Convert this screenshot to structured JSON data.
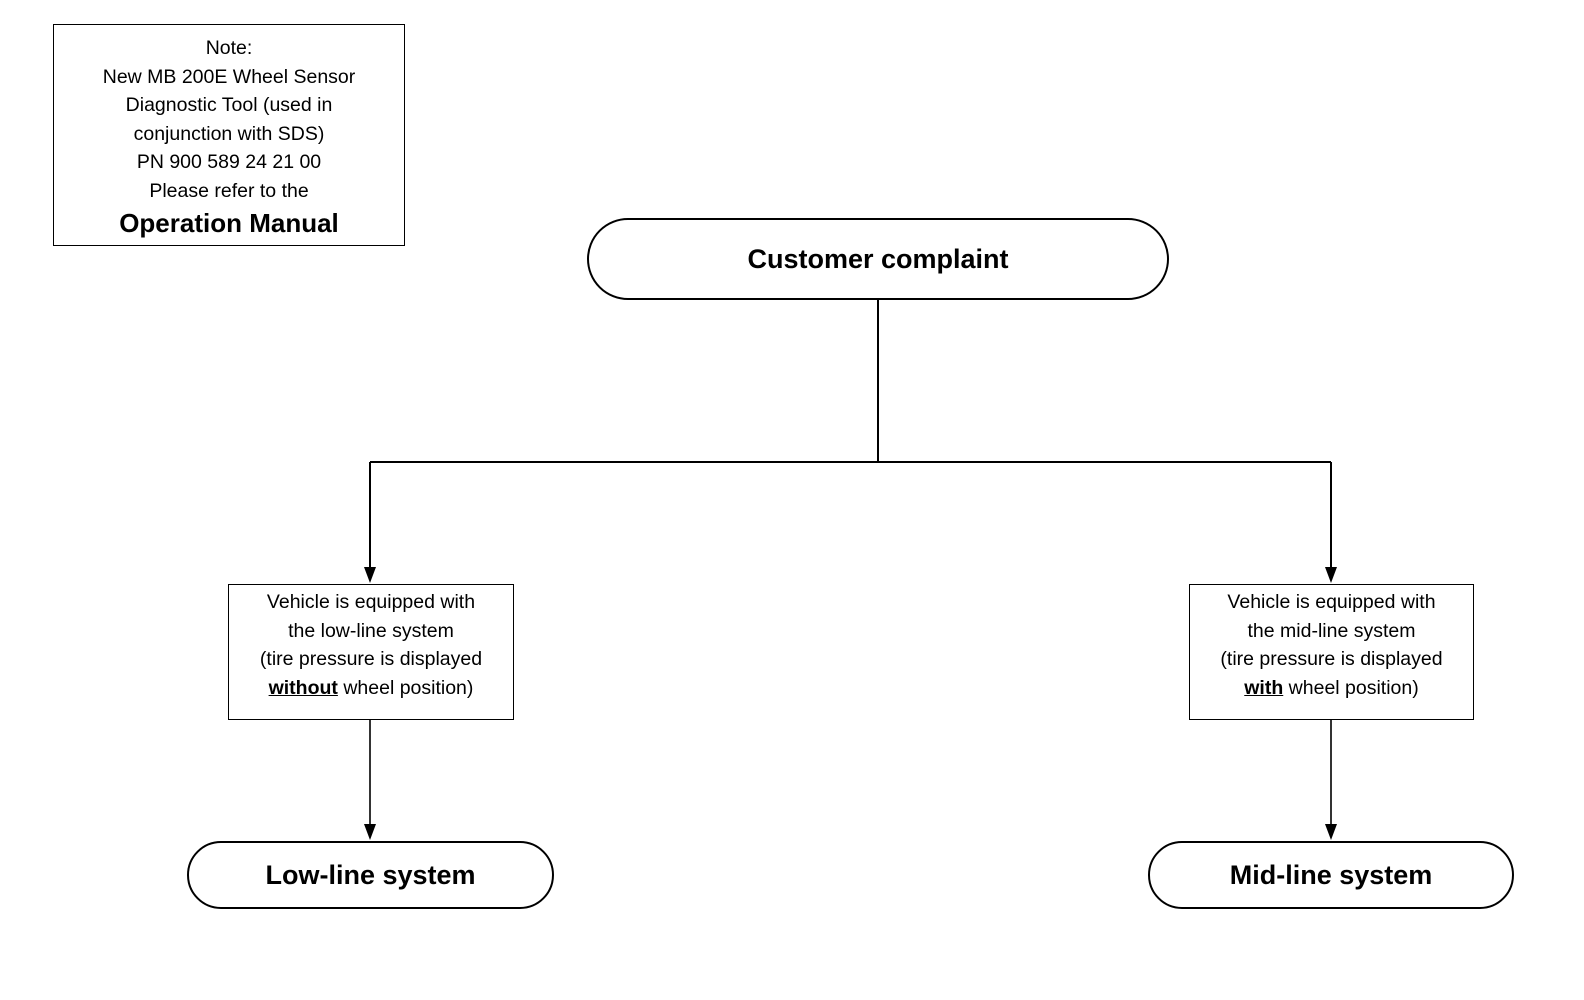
{
  "note": {
    "heading": "Note:",
    "lines": [
      "New MB 200E Wheel Sensor",
      "Diagnostic Tool (used in",
      "conjunction with SDS)",
      "PN 900 589 24 21 00",
      "Please refer to the"
    ],
    "emphasis": "Operation Manual"
  },
  "nodes": {
    "complaint": "Customer complaint",
    "low_box": {
      "line1": "Vehicle is equipped with",
      "line2": "the low-line system",
      "line3": "(tire pressure is displayed",
      "emph": "without",
      "tail": " wheel position)"
    },
    "mid_box": {
      "line1": "Vehicle is equipped with",
      "line2": "the mid-line system",
      "line3": "(tire pressure is displayed",
      "emph": "with",
      "tail": " wheel position)"
    },
    "low_result": "Low-line system",
    "mid_result": "Mid-line system"
  },
  "colors": {
    "line": "#000000",
    "background": "#ffffff"
  }
}
